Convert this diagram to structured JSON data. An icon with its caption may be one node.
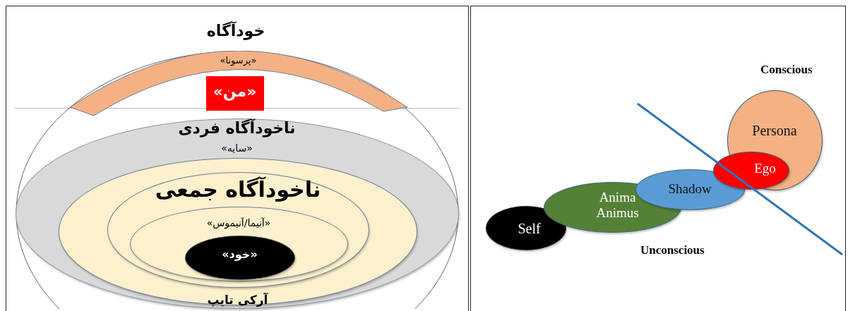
{
  "diagram": {
    "nodes": [
      {
        "text": [],
        "shape": "ellipse"
      },
      {
        "text": [
          "«پرسونا»"
        ],
        "in": 0
      },
      {
        "text": [
          "«من»"
        ],
        "in": 0
      },
      {
        "text": [
          "ناخودآگاه فردی",
          "«سایه»"
        ],
        "in": 0
      },
      {
        "text": [
          "آرکی تایپ"
        ],
        "in": 3
      },
      {
        "text": [
          "ناخودآگاه جمعی"
        ],
        "in": 4
      },
      {
        "text": [
          "«آنیما/آنیموس»"
        ],
        "in": 5
      },
      {
        "text": [
          "«خود»"
        ],
        "in": 6
      },
      {
        "text": [
          "Self"
        ]
      },
      {
        "text": [
          "Anima Animus"
        ]
      },
      {
        "text": [
          "Shadow"
        ]
      },
      {
        "text": [
          "Ego"
        ]
      },
      {
        "text": [
          "Persona"
        ]
      }
    ],
    "labels": [
      "خودآگاه",
      "Conscious",
      "Unconscious"
    ]
  }
}
